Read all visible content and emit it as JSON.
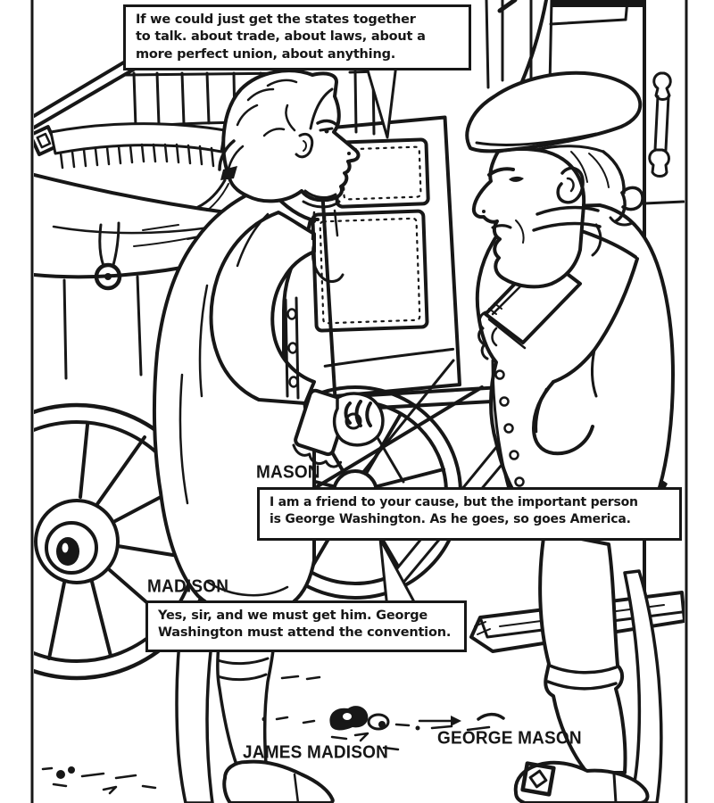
{
  "colors": {
    "ink": "#171717",
    "paper": "#ffffff"
  },
  "bubbles": {
    "madison_top": {
      "text": "If we could just get the states together\nto talk. about trade, about laws, about a\nmore perfect union, about anything."
    },
    "mason": {
      "speaker_label": "MASON",
      "text": "I am a friend to your cause, but the important person\nis George Washington. As he goes, so goes America."
    },
    "madison_lower": {
      "speaker_label": "MADISON",
      "text": "Yes, sir, and we must get him. George\nWashington must attend the convention."
    }
  },
  "captions": {
    "left_figure": "JAMES MADISON",
    "right_figure": "GEORGE MASON"
  }
}
